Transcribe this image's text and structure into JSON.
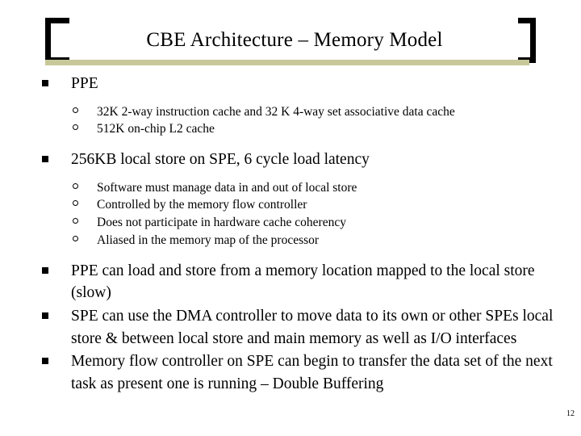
{
  "slide": {
    "title": "CBE Architecture – Memory Model",
    "page_number": "12",
    "accent_band_color": "#c8c79a",
    "bracket_color": "#000000",
    "text_color": "#000000",
    "background_color": "#ffffff",
    "bullets": [
      {
        "level": 1,
        "text": "PPE",
        "children": [
          {
            "level": 2,
            "text": "32K 2-way instruction cache and 32 K 4-way set associative data cache"
          },
          {
            "level": 2,
            "text": "512K on-chip L2 cache"
          }
        ]
      },
      {
        "level": 1,
        "text": "256KB local store on SPE, 6 cycle load latency",
        "children": [
          {
            "level": 2,
            "text": "Software must manage data in and out of local store"
          },
          {
            "level": 2,
            "text": "Controlled by the memory flow controller"
          },
          {
            "level": 2,
            "text": "Does not participate in hardware cache coherency"
          },
          {
            "level": 2,
            "text": "Aliased in the memory map of the processor"
          }
        ]
      },
      {
        "level": 1,
        "text": "PPE can load and store from a memory location mapped to the local store (slow)",
        "children": []
      },
      {
        "level": 1,
        "text": "SPE can use the DMA controller to move data to its own or other SPEs local store & between local store and main memory as well as I/O interfaces",
        "children": []
      },
      {
        "level": 1,
        "text": "Memory flow controller on SPE can begin to transfer the data set of the next task as present one is running – Double Buffering",
        "children": []
      }
    ]
  }
}
